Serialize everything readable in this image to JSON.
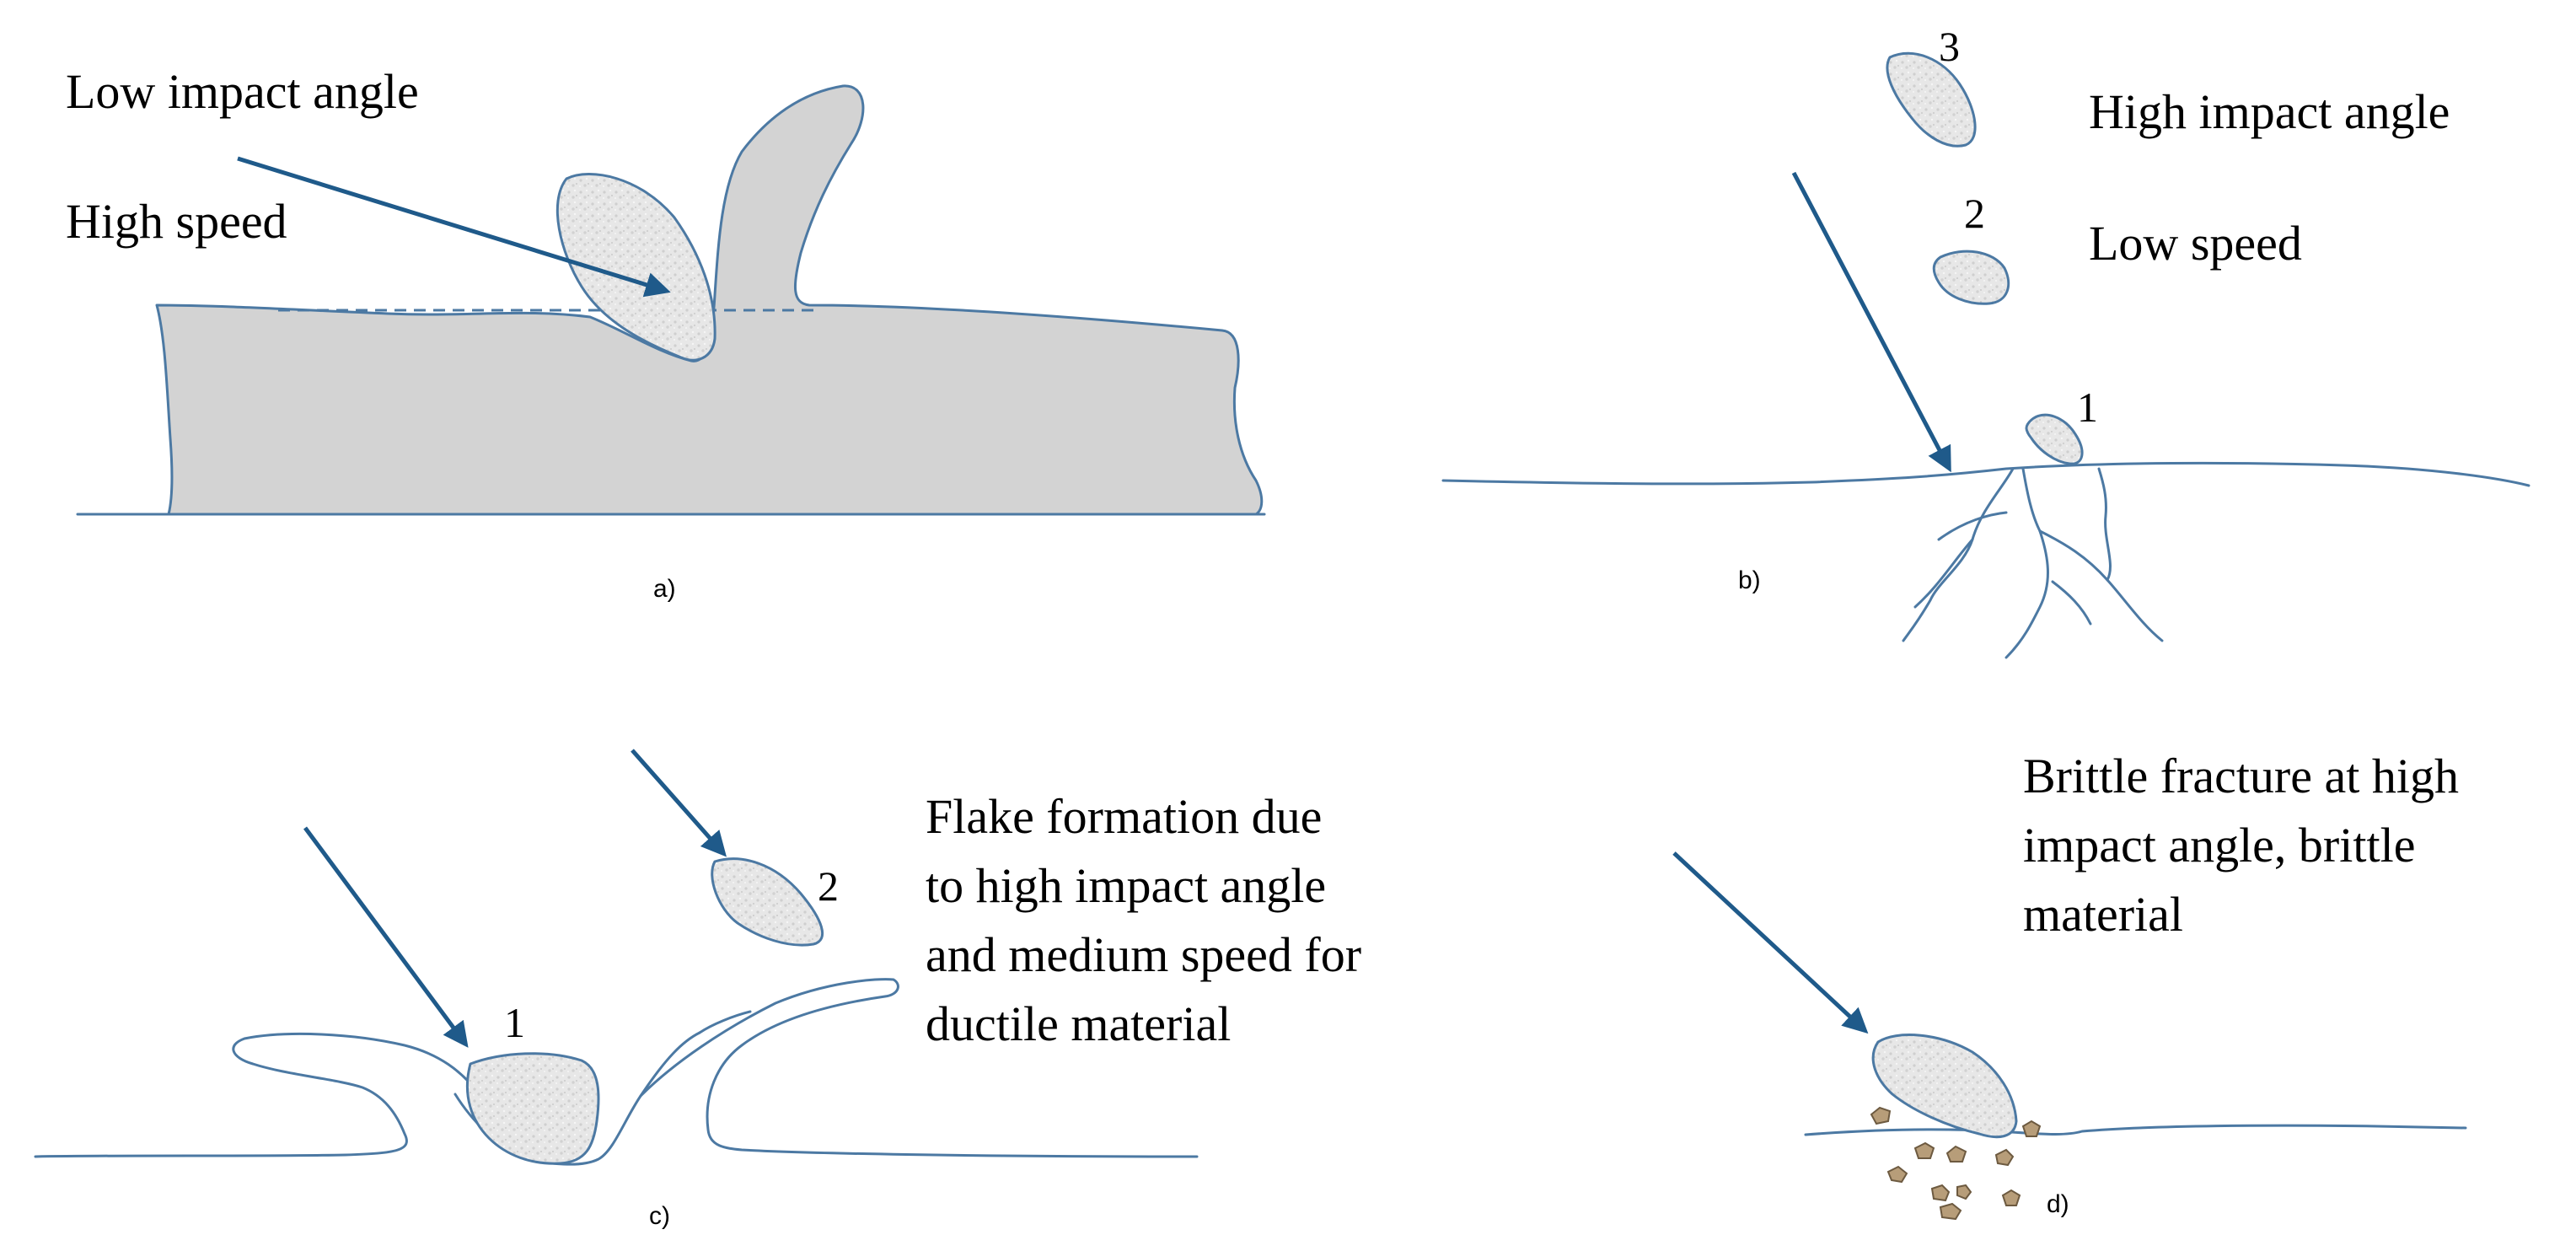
{
  "panels": {
    "a": {
      "label": "a)",
      "line1": "Low impact angle",
      "line2": "High speed"
    },
    "b": {
      "label": "b)",
      "line1": "High impact angle",
      "line2": "Low speed",
      "particle_labels": [
        "1",
        "2",
        "3"
      ]
    },
    "c": {
      "label": "c)",
      "text_lines": [
        "Flake formation due",
        "to high impact angle",
        "and medium speed for",
        "ductile material"
      ],
      "particle_labels": [
        "1",
        "2"
      ]
    },
    "d": {
      "label": "d)",
      "text_lines": [
        "Brittle fracture at high",
        "impact angle, brittle",
        "material"
      ]
    }
  },
  "colors": {
    "outline": "#4c79a3",
    "arrow": "#1f5a8a",
    "solid_fill": "#d3d3d3",
    "particle_fill": "#e6e6e6",
    "debris": "#b79d79"
  }
}
